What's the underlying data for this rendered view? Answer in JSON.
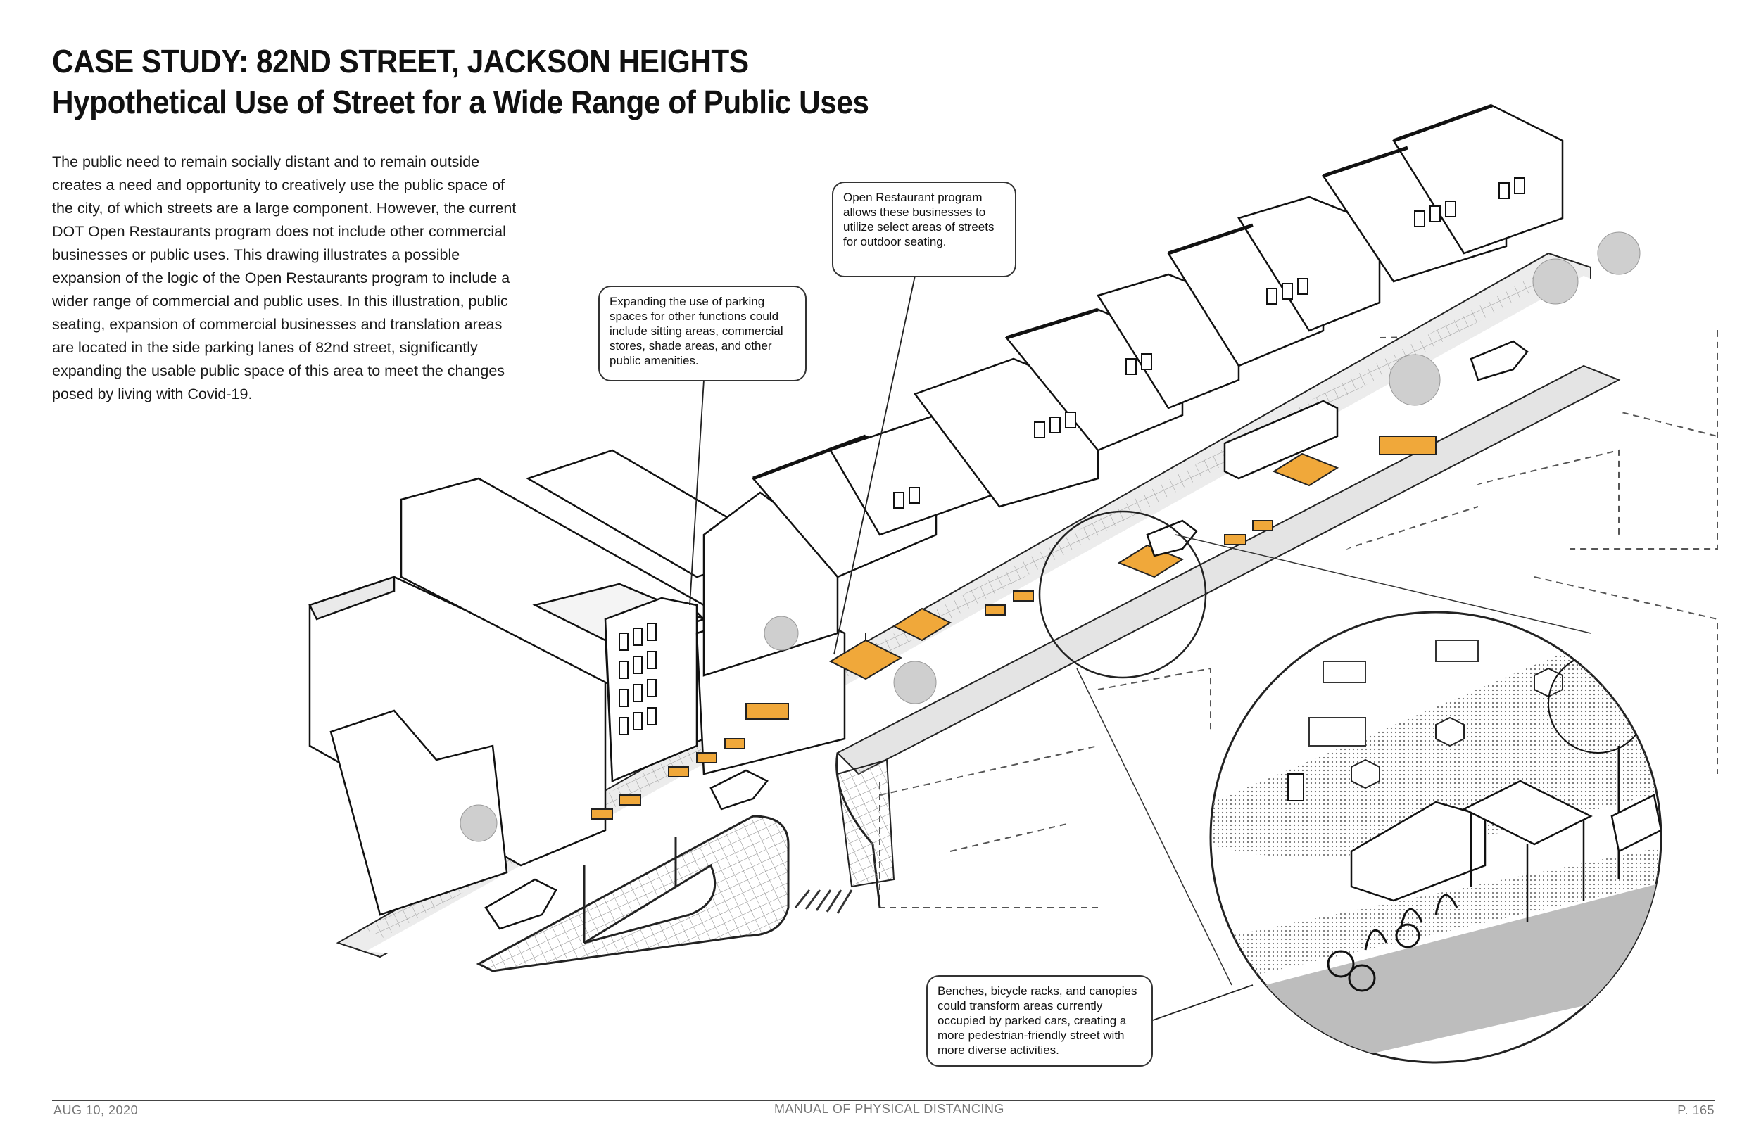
{
  "header": {
    "title": "CASE STUDY: 82ND STREET, JACKSON HEIGHTS",
    "subtitle": "Hypothetical Use of Street for a Wide Range of Public Uses"
  },
  "intro": {
    "text": "The public need to remain socially distant and to remain outside creates a need and opportunity to creatively use the public space of the city, of which streets are a large component.  However, the current DOT Open Restaurants program does not include other commercial businesses or public uses. This drawing illustrates a possible expansion of the logic of the Open Restaurants program to include a wider range of commercial and public uses.  In this illustration, public seating, expansion of commercial businesses and translation areas are located in the side parking lanes of 82nd street, significantly expanding the usable public space of this area to meet the changes posed by living with Covid-19."
  },
  "callouts": {
    "open_restaurant": "Open Restaurant program allows these businesses to utilize select areas of streets for outdoor seating.",
    "parking_spaces": "Expanding the use of parking spaces for other functions could include sitting areas, commercial stores, shade areas, and other public amenities.",
    "benches": "Benches, bicycle racks, and canopies could transform areas currently occupied by parked cars, creating a more pedestrian-friendly street with more diverse activities."
  },
  "footer": {
    "date": "AUG 10, 2020",
    "manual": "MANUAL OF PHYSICAL DISTANCING",
    "page": "P. 165"
  },
  "colors": {
    "accent_orange": "#f0a83a",
    "line": "#222222",
    "sidewalk": "#e6e6e6",
    "road_shade": "#cfcfcf"
  }
}
